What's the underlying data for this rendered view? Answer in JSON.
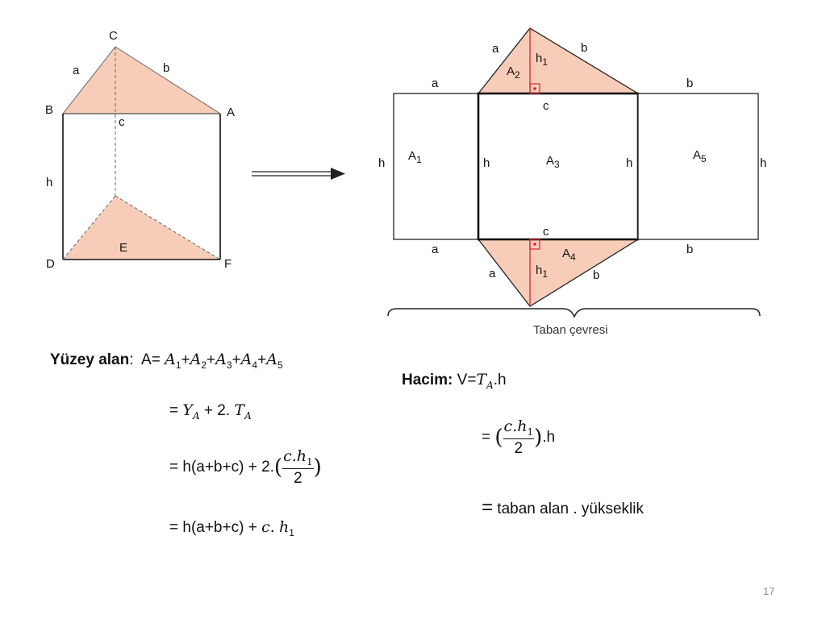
{
  "prism": {
    "vertex_c": "C",
    "vertex_b": "B",
    "vertex_a": "A",
    "vertex_d": "D",
    "vertex_f": "F",
    "edge_a": "a",
    "edge_b": "b",
    "edge_c": "c",
    "edge_h": "h",
    "base_e": "E"
  },
  "net": {
    "label_a_top_tri": "a",
    "label_b_top_tri": "b",
    "label_h1_top": "h",
    "label_h1_top_sub": "1",
    "label_A2": "A",
    "label_A2_sub": "2",
    "label_c_top": "c",
    "label_a_top_left": "a",
    "label_b_top_right": "b",
    "label_h_left": "h",
    "label_A1": "A",
    "label_A1_sub": "1",
    "label_h_mid_left": "h",
    "label_A3": "A",
    "label_A3_sub": "3",
    "label_h_mid_right": "h",
    "label_A5": "A",
    "label_A5_sub": "5",
    "label_h_right": "h",
    "label_c_bottom": "c",
    "label_a_bottom_left": "a",
    "label_b_bottom_right": "b",
    "label_A4": "A",
    "label_A4_sub": "4",
    "label_h1_bottom": "h",
    "label_h1_bottom_sub": "1",
    "label_a_bottom_tri": "a",
    "label_b_bottom_tri": "b",
    "brace_caption": "Taban çevresi"
  },
  "surface": {
    "title": "Yüzey alan",
    "colon": ":",
    "formula_prefix": "A=",
    "terms": [
      "A",
      "A",
      "A",
      "A",
      "A"
    ],
    "term_subs": [
      "1",
      "2",
      "3",
      "4",
      "5"
    ],
    "plus": "+",
    "line2_eq": "=",
    "line2_Y": "Y",
    "line2_Y_sub": "A",
    "line2_plus": "+ 2.",
    "line2_T": "T",
    "line2_T_sub": "A",
    "line3_prefix": "= h(a+b+c) + 2.",
    "line3_num": "c.h",
    "line3_num_sub": "1",
    "line3_den": "2",
    "line4_prefix": "= h(a+b+c) +",
    "line4_c": "c.",
    "line4_h": "h",
    "line4_h_sub": "1"
  },
  "volume": {
    "title": "Hacim:",
    "prefix": "V=",
    "T": "T",
    "T_sub": "A",
    "suffix": ".h",
    "line2_eq": "=",
    "line2_num": "c.h",
    "line2_num_sub": "1",
    "line2_den": "2",
    "line2_suffix": ".h",
    "line3_eq": "=",
    "line3_text": "taban alan . yükseklik"
  },
  "page_number": "17",
  "colors": {
    "fill": "#f7cdb9",
    "line": "#111111",
    "red": "#d9232d",
    "dashed": "#555555",
    "label": "#222222"
  }
}
